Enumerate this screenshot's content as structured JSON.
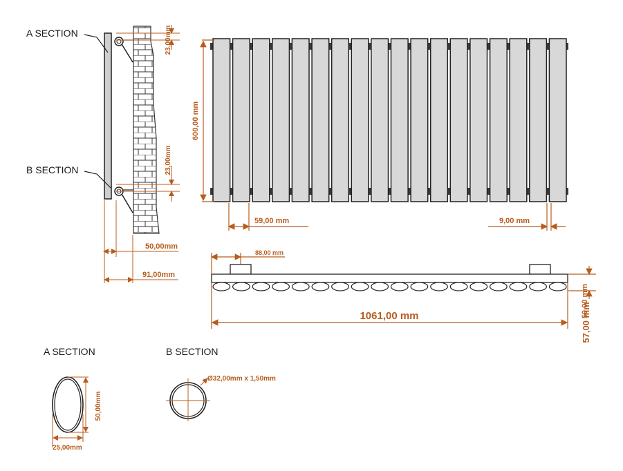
{
  "colors": {
    "dimension": "#b85c1e",
    "outline": "#222222",
    "panel_fill": "#d8d8d8",
    "brick_line": "#333333"
  },
  "labels": {
    "a_section_side": "A SECTION",
    "b_section_side": "B SECTION",
    "a_section_detail": "A SECTION",
    "b_section_detail": "B SECTION"
  },
  "dimensions": {
    "top_gap": "23,00mm",
    "bottom_gap": "23,00mm",
    "wall_depth": "50,00mm",
    "total_depth": "91,00mm",
    "height": "600,00 mm",
    "column_pitch": "59,00 mm",
    "column_gap": "9,00 mm",
    "bracket_offset": "88,00 mm",
    "width": "1061,00 mm",
    "top_depth": "50,00 mm",
    "bottom_depth": "57,00 mm",
    "a_section_height": "50,00mm",
    "a_section_width": "25,00mm",
    "b_section_pipe": "Ø32,00mm x 1,50mm"
  },
  "radiator": {
    "column_count": 18
  }
}
